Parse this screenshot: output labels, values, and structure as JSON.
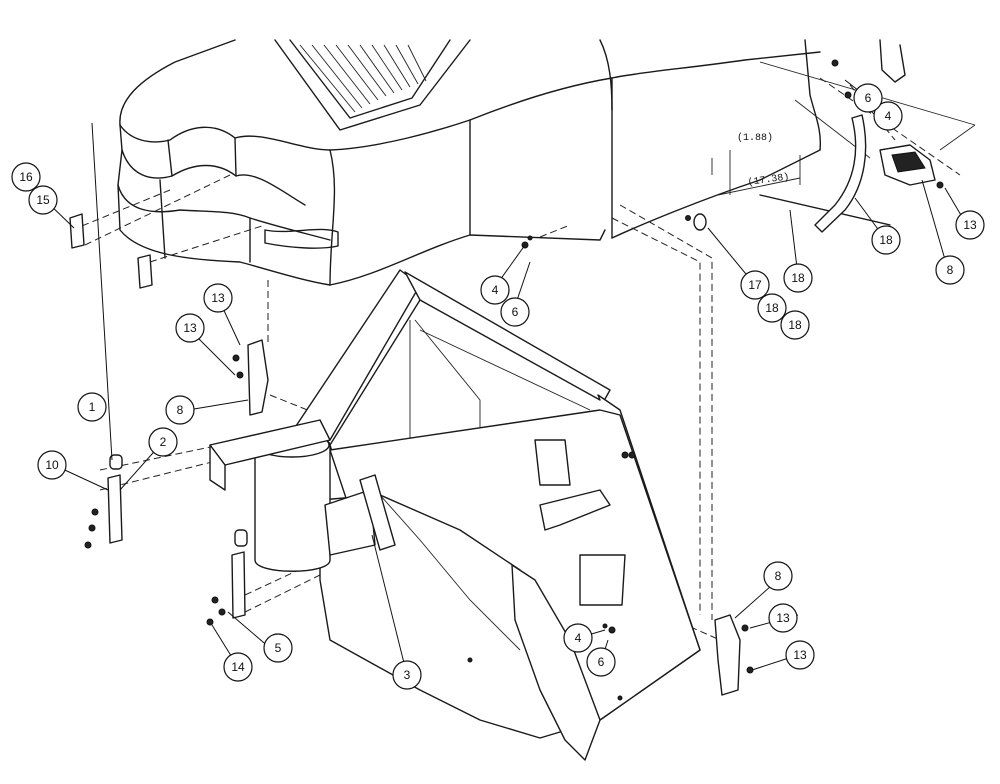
{
  "callouts": [
    {
      "id": "c1",
      "label": "1"
    },
    {
      "id": "c2",
      "label": "2"
    },
    {
      "id": "c3",
      "label": "3"
    },
    {
      "id": "c4a",
      "label": "4"
    },
    {
      "id": "c4b",
      "label": "4"
    },
    {
      "id": "c4c",
      "label": "4"
    },
    {
      "id": "c5",
      "label": "5"
    },
    {
      "id": "c6a",
      "label": "6"
    },
    {
      "id": "c6b",
      "label": "6"
    },
    {
      "id": "c6c",
      "label": "6"
    },
    {
      "id": "c8a",
      "label": "8"
    },
    {
      "id": "c8b",
      "label": "8"
    },
    {
      "id": "c8c",
      "label": "8"
    },
    {
      "id": "c10",
      "label": "10"
    },
    {
      "id": "c13a",
      "label": "13"
    },
    {
      "id": "c13b",
      "label": "13"
    },
    {
      "id": "c13c",
      "label": "13"
    },
    {
      "id": "c13d",
      "label": "13"
    },
    {
      "id": "c13e",
      "label": "13"
    },
    {
      "id": "c14",
      "label": "14"
    },
    {
      "id": "c15",
      "label": "15"
    },
    {
      "id": "c16",
      "label": "16"
    },
    {
      "id": "c17",
      "label": "17"
    },
    {
      "id": "c18a",
      "label": "18"
    },
    {
      "id": "c18b",
      "label": "18"
    },
    {
      "id": "c18c",
      "label": "18"
    },
    {
      "id": "c18d",
      "label": "18"
    }
  ],
  "dimensions": [
    {
      "id": "dim-height",
      "text": "(1.88)"
    },
    {
      "id": "dim-width",
      "text": "(17.38)"
    }
  ]
}
